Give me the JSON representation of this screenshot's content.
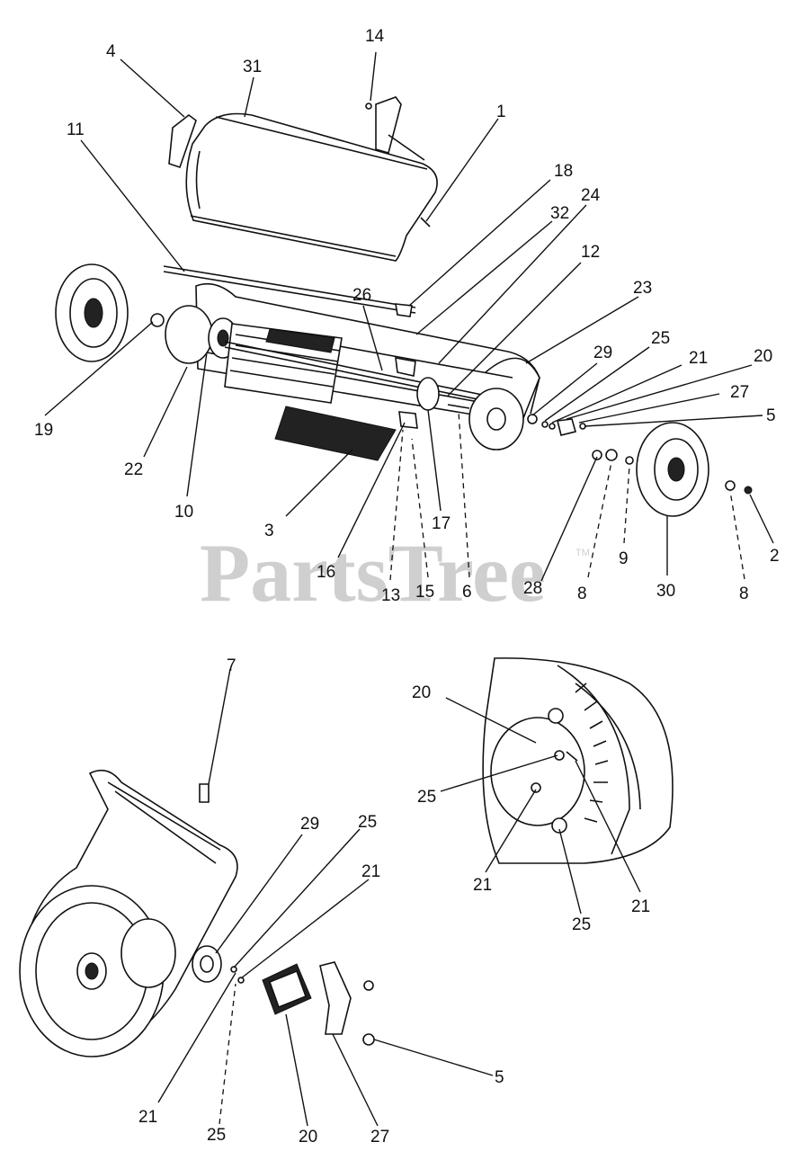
{
  "watermark": {
    "text": "PartsTree",
    "mark": "TM"
  },
  "callouts": [
    {
      "n": "4"
    },
    {
      "n": "31"
    },
    {
      "n": "14"
    },
    {
      "n": "11"
    },
    {
      "n": "1"
    },
    {
      "n": "18"
    },
    {
      "n": "32"
    },
    {
      "n": "24"
    },
    {
      "n": "12"
    },
    {
      "n": "26"
    },
    {
      "n": "23"
    },
    {
      "n": "29"
    },
    {
      "n": "25"
    },
    {
      "n": "21"
    },
    {
      "n": "20"
    },
    {
      "n": "27"
    },
    {
      "n": "5"
    },
    {
      "n": "19"
    },
    {
      "n": "22"
    },
    {
      "n": "10"
    },
    {
      "n": "3"
    },
    {
      "n": "16"
    },
    {
      "n": "13"
    },
    {
      "n": "15"
    },
    {
      "n": "17"
    },
    {
      "n": "6"
    },
    {
      "n": "28"
    },
    {
      "n": "8"
    },
    {
      "n": "9"
    },
    {
      "n": "30"
    },
    {
      "n": "8"
    },
    {
      "n": "2"
    },
    {
      "n": "7"
    },
    {
      "n": "29"
    },
    {
      "n": "25"
    },
    {
      "n": "21"
    },
    {
      "n": "21"
    },
    {
      "n": "25"
    },
    {
      "n": "20"
    },
    {
      "n": "27"
    },
    {
      "n": "5"
    },
    {
      "n": "20"
    },
    {
      "n": "25"
    },
    {
      "n": "21"
    },
    {
      "n": "25"
    },
    {
      "n": "21"
    }
  ]
}
